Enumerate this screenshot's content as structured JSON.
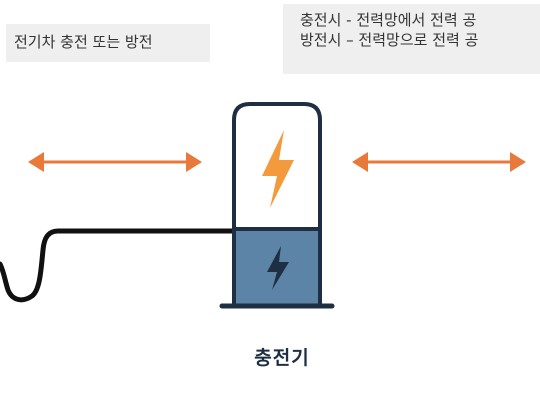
{
  "header": {
    "title": "전기차 충전 또는 방전"
  },
  "info": {
    "line1": "충전시 - 전력망에서 전력 공",
    "line2": "방전시 – 전력망으로 전력 공"
  },
  "charger": {
    "label": "충전기",
    "top_icon": "lightning-bolt-icon",
    "bottom_icon": "lightning-bolt-icon"
  },
  "colors": {
    "arrow": "#e9793a",
    "bolt_top": "#f39a3c",
    "charger_fill": "#5b84a6",
    "charger_stroke": "#1f2f43",
    "cable": "#111111"
  }
}
